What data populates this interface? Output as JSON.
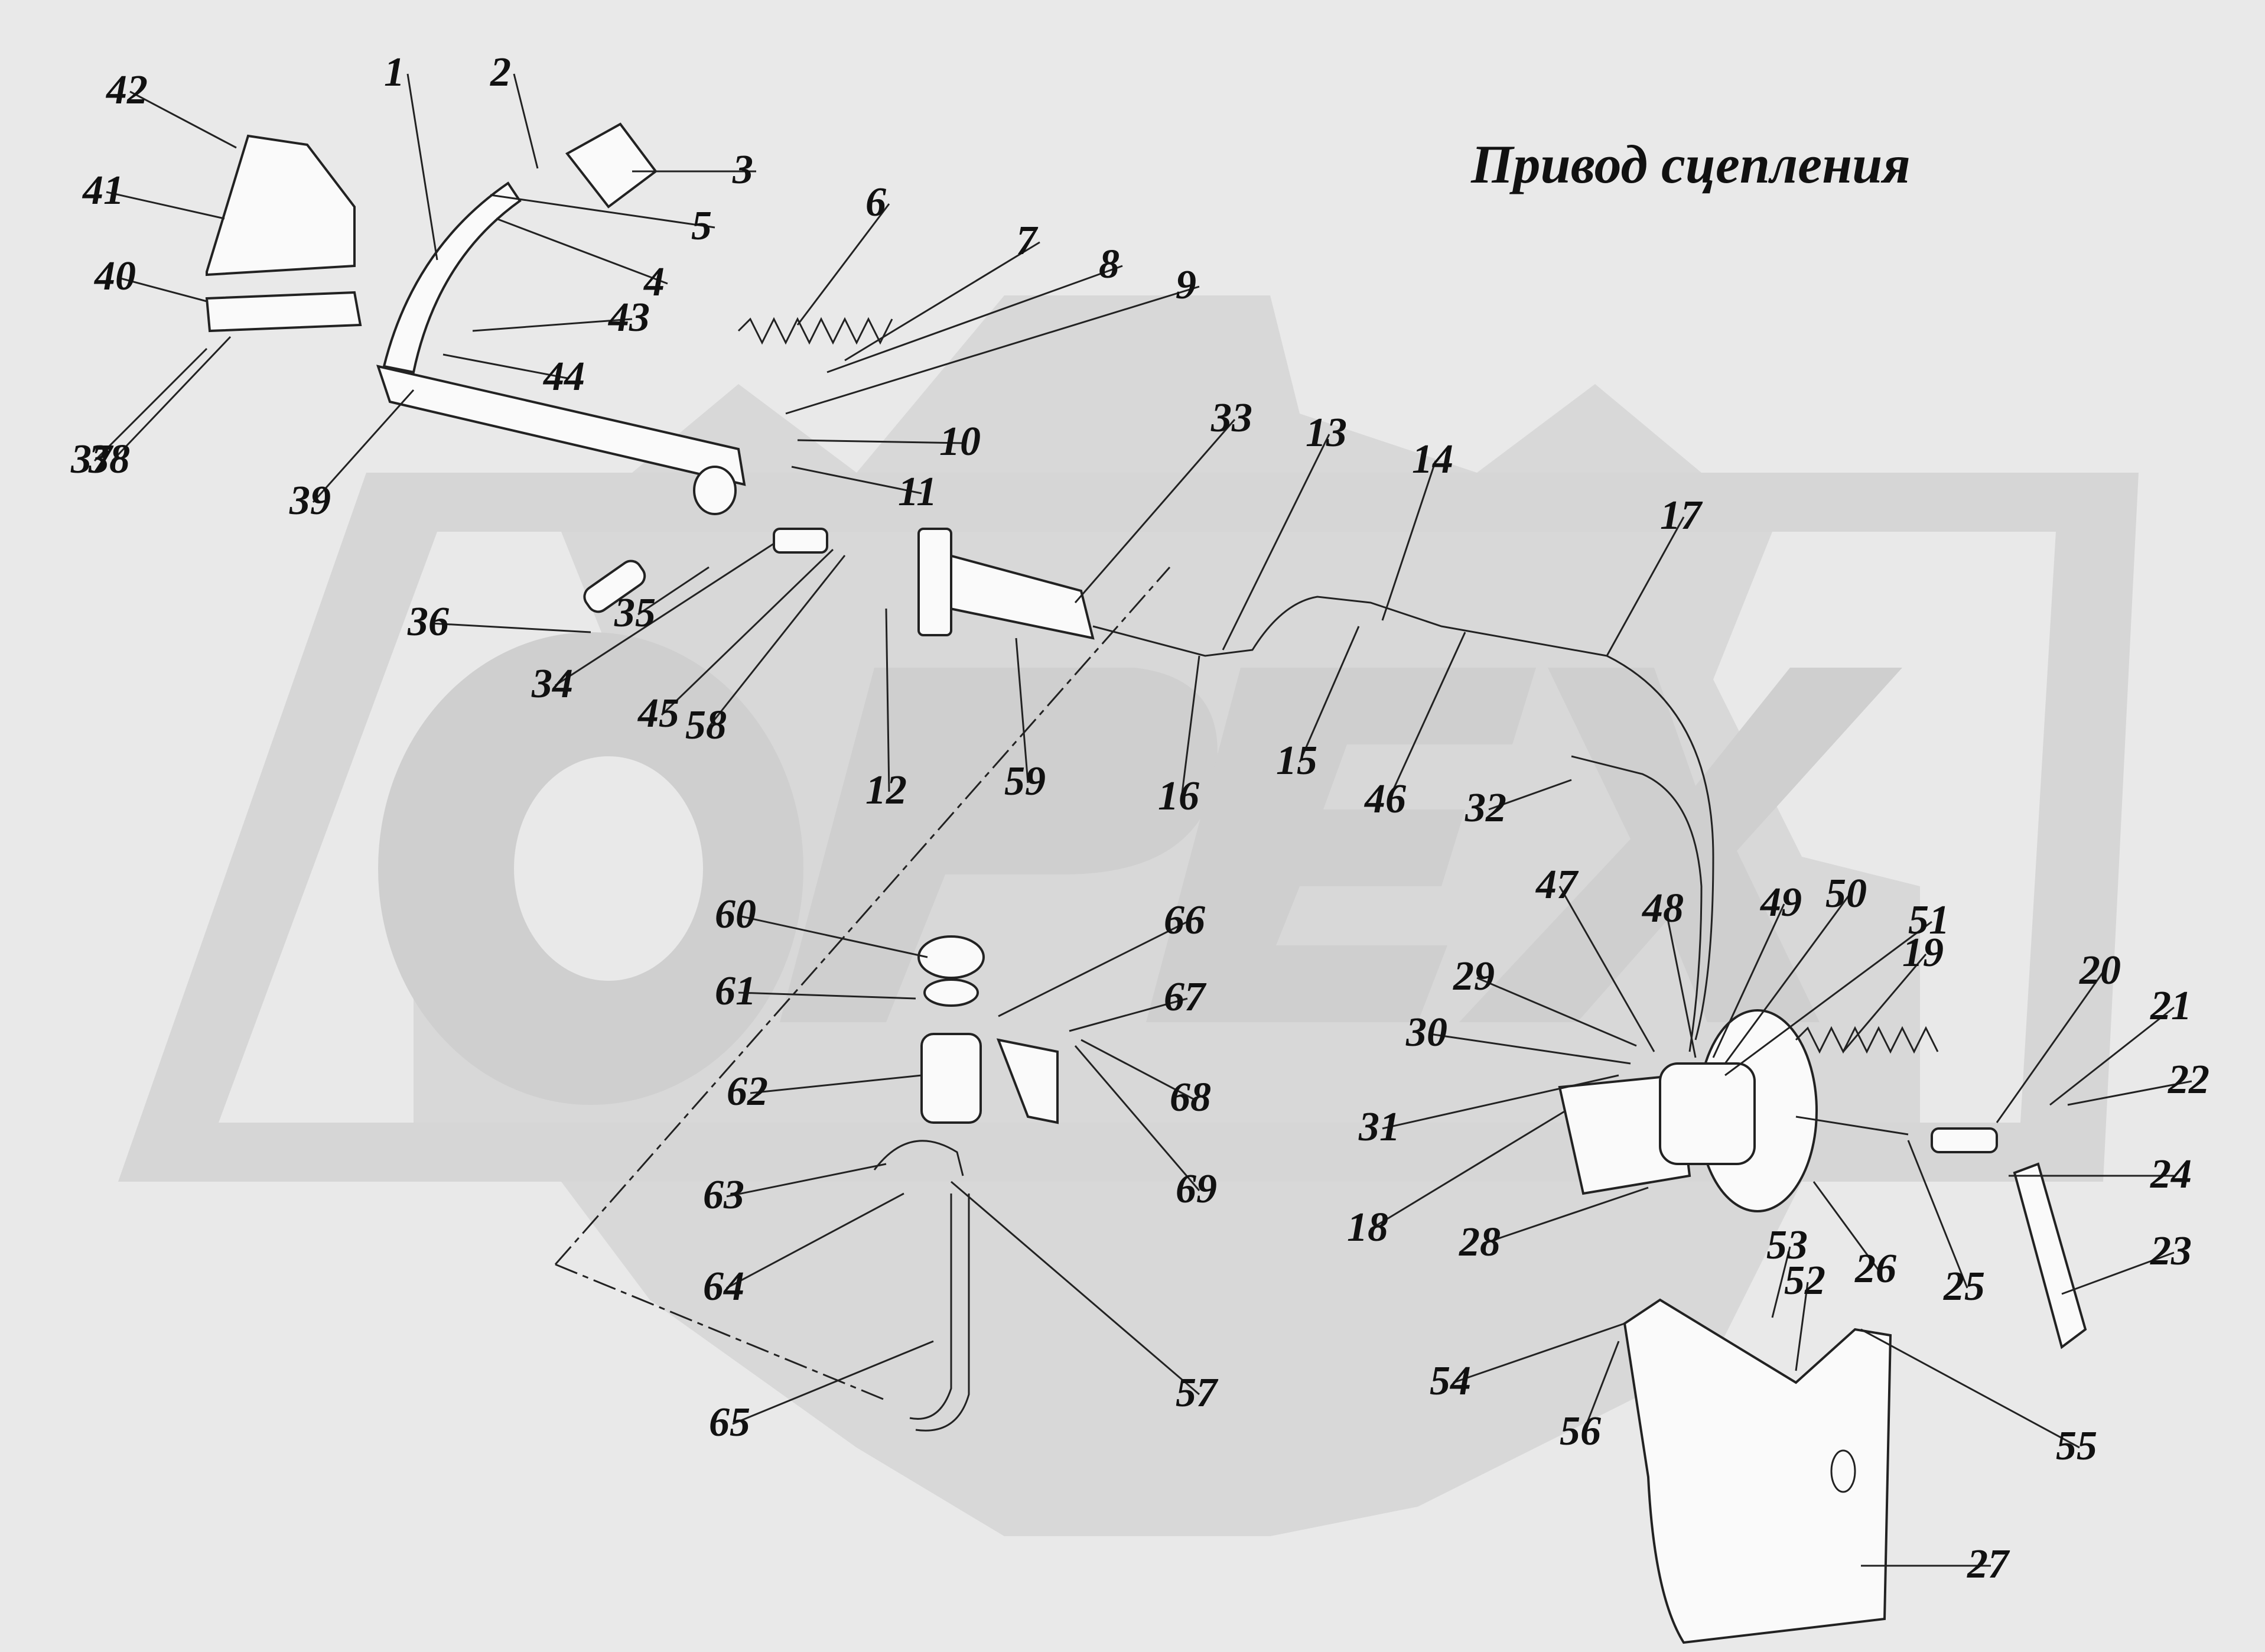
{
  "title": "Привод сцепления",
  "watermark": "OPEX",
  "callouts": [
    "1",
    "2",
    "3",
    "4",
    "5",
    "6",
    "7",
    "8",
    "9",
    "10",
    "11",
    "12",
    "13",
    "14",
    "15",
    "16",
    "17",
    "18",
    "19",
    "20",
    "21",
    "22",
    "23",
    "24",
    "25",
    "26",
    "27",
    "28",
    "29",
    "30",
    "31",
    "32",
    "33",
    "34",
    "35",
    "36",
    "37",
    "38",
    "39",
    "40",
    "41",
    "42",
    "43",
    "44",
    "45",
    "46",
    "47",
    "48",
    "49",
    "50",
    "51",
    "52",
    "53",
    "54",
    "55",
    "56",
    "57",
    "58",
    "59",
    "60",
    "61",
    "62",
    "63",
    "64",
    "65",
    "66",
    "67",
    "68",
    "69"
  ],
  "colors": {
    "background": "#e9e9e9",
    "watermark": "#d8d8d8",
    "line": "#222222"
  }
}
